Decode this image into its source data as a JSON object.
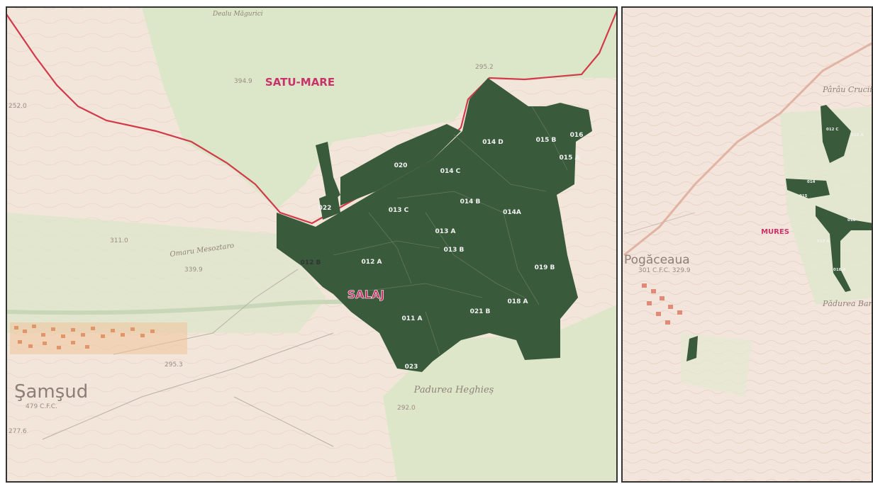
{
  "left_panel": {
    "region_top": "SATU-MARE",
    "region_main": "SALAJ",
    "town": "Şamşud",
    "town_alt": "479 C.F.C.",
    "forest_name": "Padurea Heghieș",
    "hill_label": "Dealu Măgurici",
    "valley_label": "Omaru Mesoztaro",
    "elevations": [
      "394.9",
      "295.2",
      "252.0",
      "339.9",
      "295.3",
      "292.0",
      "277.6",
      "311.0"
    ],
    "parcels": [
      {
        "id": "020",
        "label": "020"
      },
      {
        "id": "014C",
        "label": "014 C"
      },
      {
        "id": "014D",
        "label": "014 D"
      },
      {
        "id": "015B",
        "label": "015 B"
      },
      {
        "id": "016",
        "label": "016"
      },
      {
        "id": "015A",
        "label": "015 A"
      },
      {
        "id": "022",
        "label": "022"
      },
      {
        "id": "013C",
        "label": "013 C"
      },
      {
        "id": "014B",
        "label": "014 B"
      },
      {
        "id": "014A",
        "label": "014A"
      },
      {
        "id": "013A",
        "label": "013 A"
      },
      {
        "id": "013B",
        "label": "013 B"
      },
      {
        "id": "012B",
        "label": "012 B"
      },
      {
        "id": "012A",
        "label": "012 A"
      },
      {
        "id": "019B",
        "label": "019 B"
      },
      {
        "id": "018A",
        "label": "018 A"
      },
      {
        "id": "011A",
        "label": "011 A"
      },
      {
        "id": "021B",
        "label": "021 B"
      },
      {
        "id": "023",
        "label": "023"
      }
    ]
  },
  "right_panel": {
    "region": "MURES",
    "village": "Pogăceaua",
    "village_alt": "301 C.F.C. 329.9",
    "place_top": "Pârâu Crucii",
    "place_right": "Pădurea Bar",
    "small_labels": [
      "012 C",
      "013 A",
      "014",
      "015",
      "016",
      "017 A",
      "018 A"
    ]
  },
  "colors": {
    "forest_polygon": "#3a5a3c",
    "boundary_red": "#d23a4a",
    "region_label": "#c8346a",
    "map_bg": "#efe3d6",
    "woodland_tint": "#d8e4c4"
  }
}
